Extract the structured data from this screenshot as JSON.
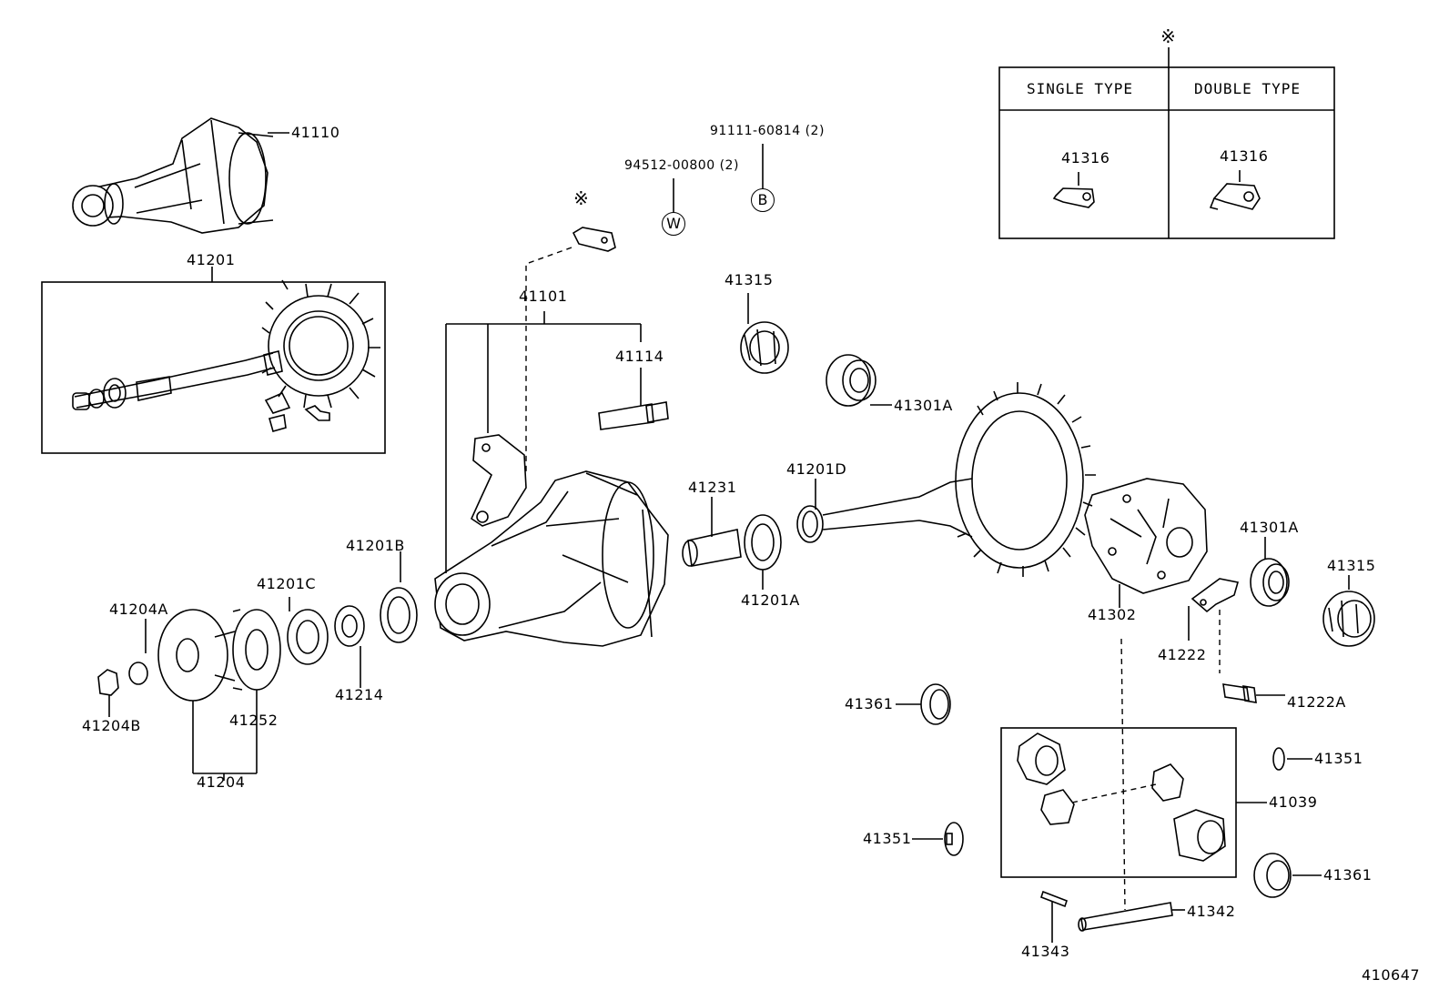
{
  "figure_id": "410647",
  "note_mark": "※",
  "type_table": {
    "single_header": "SINGLE TYPE",
    "double_header": "DOUBLE TYPE",
    "single_part": "41316",
    "double_part": "41316"
  },
  "fasteners": {
    "bolt_label": "91111-60814 (2)",
    "bolt_symbol": "B",
    "washer_label": "94512-00800 (2)",
    "washer_symbol": "W"
  },
  "parts": {
    "p41110": "41110",
    "p41201": "41201",
    "p41101": "41101",
    "p41114": "41114",
    "p41315a": "41315",
    "p41301Aa": "41301A",
    "p41231": "41231",
    "p41201D": "41201D",
    "p41201A": "41201A",
    "p41201B": "41201B",
    "p41201C": "41201C",
    "p41204A": "41204A",
    "p41204B": "41204B",
    "p41252": "41252",
    "p41214": "41214",
    "p41204": "41204",
    "p41301Ab": "41301A",
    "p41315b": "41315",
    "p41302": "41302",
    "p41222": "41222",
    "p41222A": "41222A",
    "p41361a": "41361",
    "p41351a": "41351",
    "p41039": "41039",
    "p41351b": "41351",
    "p41361b": "41361",
    "p41342": "41342",
    "p41343": "41343"
  }
}
